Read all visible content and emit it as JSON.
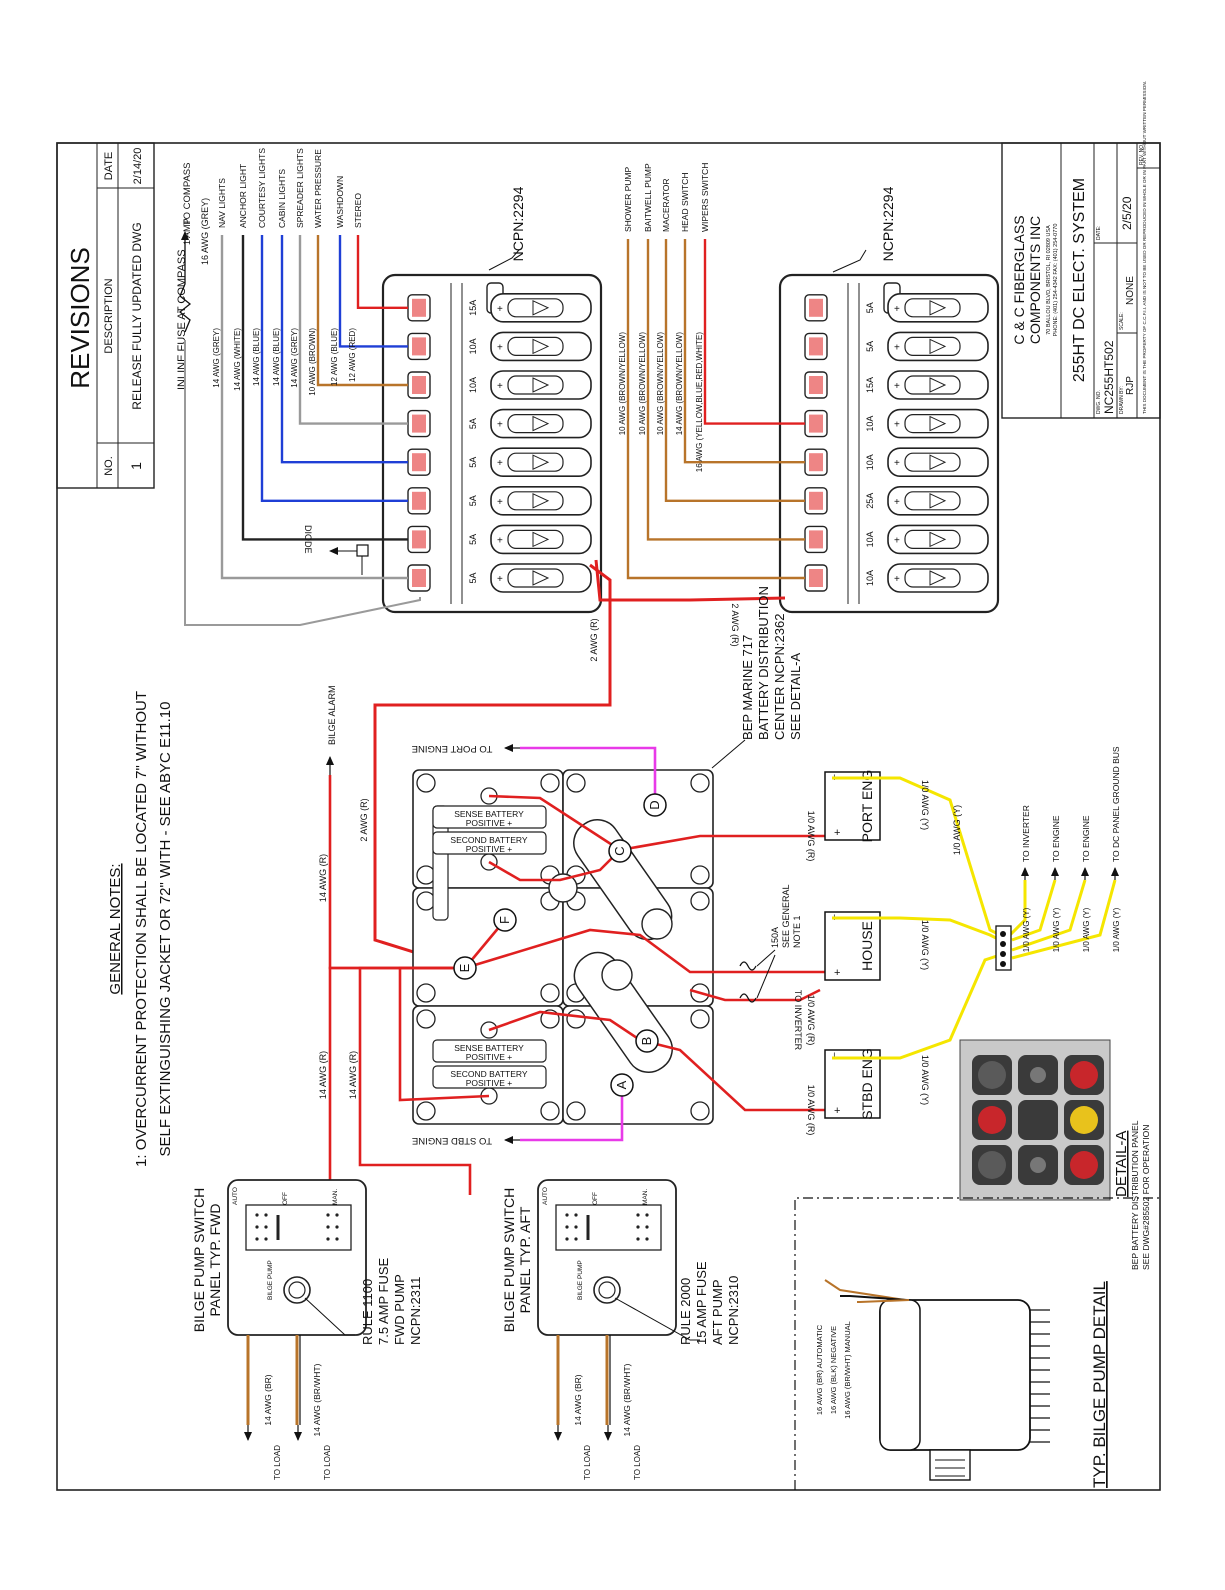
{
  "revisions": {
    "title": "REVISIONS",
    "headers": {
      "no": "NO.",
      "description": "DESCRIPTION",
      "date": "DATE"
    },
    "rows": [
      {
        "no": "1",
        "description": "RELEASE FULLY UPDATED DWG",
        "date": "2/14/20"
      }
    ]
  },
  "title_block": {
    "company_line1": "C & C FIBERGLASS",
    "company_line2": "COMPONENTS INC",
    "address": "70 BALLOU BLVD, BRISTOL, RI 02809 USA",
    "phone": "PHONE: (401) 254-4342   FAX: (401) 254-0770",
    "drawing_title": "255HT DC ELECT. SYSTEM",
    "dwg_no_label": "DWG. NO.",
    "dwg_no": "NC255HT502",
    "drawn_by_label": "DRAWN BY:",
    "drawn_by": "RJP",
    "scale_label": "SCALE:",
    "scale": "NONE",
    "date_label": "DATE:",
    "date": "2/5/20",
    "rev_label": "REV. NO.",
    "disclaimer": "THIS DOCUMENT IS THE PROPERTY OF C.C.F.I.I. AND IS NOT TO BE USED OR REPRODUCED IN WHOLE OR IN PART WITHOUT WRITTEN PERMISSION."
  },
  "general_notes": {
    "title": "GENERAL NOTES:",
    "note_line1": "1: OVERCURRENT PROTECTION SHALL BE LOCATED 7\" WITHOUT",
    "note_line2": "SELF EXTINGUISHING JACKET OR 72\" WITH - SEE ABYC E11.10"
  },
  "panel1": {
    "label": "NCPN:2294",
    "inline_fuse": "INLINE FUSE AT COMPASS",
    "fuse_amp": "1 AMP",
    "compass_wire": "16 AWG (GREY)",
    "to_compass": "TO COMPASS",
    "diode": "DIODE",
    "feed_wire": "2 AWG (R)",
    "circuits": [
      {
        "load": "NAV LIGHTS",
        "wire": "14 AWG (GREY)",
        "amps": "5A",
        "color": "#9a9a9a"
      },
      {
        "load": "ANCHOR LIGHT",
        "wire": "14 AWG (WHITE)",
        "amps": "5A",
        "color": "#222222"
      },
      {
        "load": "COURTESY LIGHTS",
        "wire": "14 AWG (BLUE)",
        "amps": "5A",
        "color": "#1f3fd6"
      },
      {
        "load": "CABIN LIGHTS",
        "wire": "14 AWG (BLUE)",
        "amps": "5A",
        "color": "#1f3fd6"
      },
      {
        "load": "SPREADER LIGHTS",
        "wire": "14 AWG (GREY)",
        "amps": "5A",
        "color": "#9a9a9a"
      },
      {
        "load": "WATER PRESSURE",
        "wire": "10 AWG (BROWN)",
        "amps": "10A",
        "color": "#b8742a"
      },
      {
        "load": "WASHDOWN",
        "wire": "12 AWG (BLUE)",
        "amps": "10A",
        "color": "#1f3fd6"
      },
      {
        "load": "STEREO",
        "wire": "12 AWG (RED)",
        "amps": "15A",
        "color": "#e02020"
      }
    ]
  },
  "panel2": {
    "label": "NCPN:2294",
    "feed_wire": "2 AWG (R)",
    "circuits": [
      {
        "load": "SHOWER PUMP",
        "wire": "10 AWG (BROWN/YELLOW)",
        "amps": "10A",
        "color": "#b8742a"
      },
      {
        "load": "BAITWELL PUMP",
        "wire": "10 AWG (BROWN/YELLOW)",
        "amps": "10A",
        "color": "#b8742a"
      },
      {
        "load": "MACERATOR",
        "wire": "10 AWG (BROWN/YELLOW)",
        "amps": "25A",
        "color": "#b8742a"
      },
      {
        "load": "HEAD SWITCH",
        "wire": "14 AWG (BROWN/YELLOW)",
        "amps": "10A",
        "color": "#b8742a"
      },
      {
        "load": "WIPERS SWITCH",
        "wire": "16 AWG (YELLOW,BLUE,RED,WHITE)",
        "amps": "10A",
        "color": "#e02020"
      },
      {
        "load": "",
        "wire": "",
        "amps": "15A",
        "color": ""
      },
      {
        "load": "",
        "wire": "",
        "amps": "5A",
        "color": ""
      },
      {
        "load": "",
        "wire": "",
        "amps": "5A",
        "color": ""
      }
    ]
  },
  "distribution": {
    "callout_line1": "BEP MARINE 717",
    "callout_line2": "BATTERY DISTRIBUTION",
    "callout_line3": "CENTER NCPN:2362",
    "callout_line4": "SEE DETAIL-A",
    "sense_label": "SENSE BATTERY",
    "second_label": "SECOND BATTERY",
    "positive": "POSITIVE +",
    "to_port_engine": "TO PORT ENGINE",
    "to_stbd_engine": "TO STBD ENGINE",
    "bilge_alarm": "BILGE ALARM",
    "wire_2awg": "2 AWG (R)",
    "wire_14awg": "14 AWG (R)",
    "terminals": [
      "A",
      "B",
      "C",
      "D",
      "E",
      "F"
    ]
  },
  "batteries": {
    "port": "PORT ENG",
    "house": "HOUSE",
    "stbd": "STBD ENG",
    "neg_wire": "1/0 AWG (Y)",
    "pos_wire": "1/0 AWG (R)",
    "fuse_line1": "150A",
    "fuse_line2": "SEE GENERAL",
    "fuse_line3": "NOTE 1",
    "to_inverter": "TO INVERTER"
  },
  "ground_bus": {
    "outputs": [
      {
        "wire": "1/0 AWG (Y)",
        "to": "TO INVERTER"
      },
      {
        "wire": "1/0 AWG (Y)",
        "to": "TO ENGINE"
      },
      {
        "wire": "1/0 AWG (Y)",
        "to": "TO ENGINE"
      },
      {
        "wire": "1/0 AWG (Y)",
        "to": "TO DC PANEL GROUND BUS"
      }
    ]
  },
  "detail_a": {
    "title": "DETAIL-A",
    "sub1": "BEP BATTERY DISTRIBUTION PANEL",
    "sub2": "SEE DWG#285502 FOR OPERATION"
  },
  "bilge_fwd": {
    "title1": "BILGE PUMP SWITCH",
    "title2": "PANEL TYP. FWD",
    "auto": "AUTO",
    "off": "OFF",
    "man": "MAN.",
    "bilge_pump": "BILGE PUMP",
    "wire_br": "14 AWG (BR)",
    "wire_brwht": "14 AWG (BR/WHT)",
    "to_load": "TO LOAD",
    "pump_line1": "RULE 1100",
    "pump_line2": "7.5 AMP FUSE",
    "pump_line3": "FWD PUMP",
    "pump_line4": "NCPN:2311"
  },
  "bilge_aft": {
    "title1": "BILGE PUMP SWITCH",
    "title2": "PANEL TYP. AFT",
    "auto": "AUTO",
    "off": "OFF",
    "man": "MAN.",
    "bilge_pump": "BILGE PUMP",
    "wire_br": "14 AWG (BR)",
    "wire_brwht": "14 AWG (BR/WHT)",
    "to_load": "TO LOAD",
    "pump_line1": "RULE 2000",
    "pump_line2": "15 AMP FUSE",
    "pump_line3": "AFT PUMP",
    "pump_line4": "NCPN:2310"
  },
  "pump_detail": {
    "title": "TYP. BILGE PUMP DETAIL",
    "wire1": "16 AWG (BR) AUTOMATIC",
    "wire2": "16 AWG (BLK) NEGATIVE",
    "wire3": "16 AWG (BR/WHT) MANUAL"
  }
}
